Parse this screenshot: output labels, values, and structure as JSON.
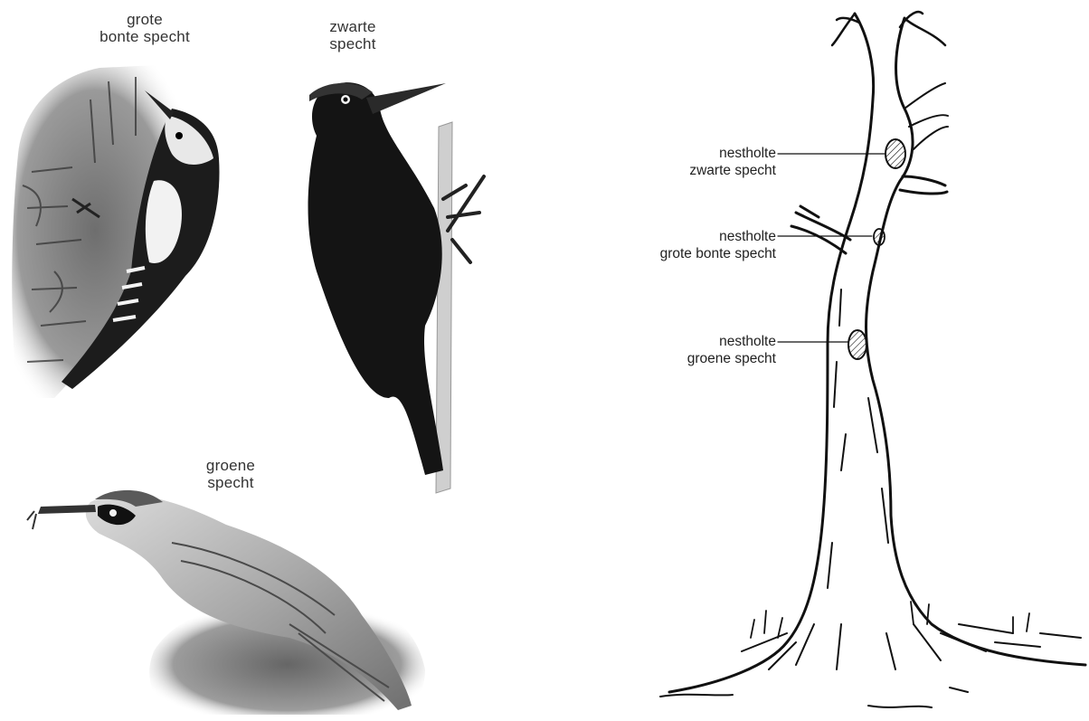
{
  "birds": {
    "great_spotted": {
      "line1": "grote",
      "line2": "bonte specht"
    },
    "black": {
      "line1": "zwarte",
      "line2": "specht"
    },
    "green": {
      "line1": "groene",
      "line2": "specht"
    }
  },
  "nests": [
    {
      "line1": "nestholte",
      "line2": "zwarte specht"
    },
    {
      "line1": "nestholte",
      "line2": "grote bonte specht"
    },
    {
      "line1": "nestholte",
      "line2": "groene specht"
    }
  ],
  "colors": {
    "ink": "#111111",
    "label_text": "#333333",
    "black_woodpecker": "#1a1a1a",
    "bark": "#8a8a8a",
    "green_woodpecker_body": "#b5b5b5"
  }
}
